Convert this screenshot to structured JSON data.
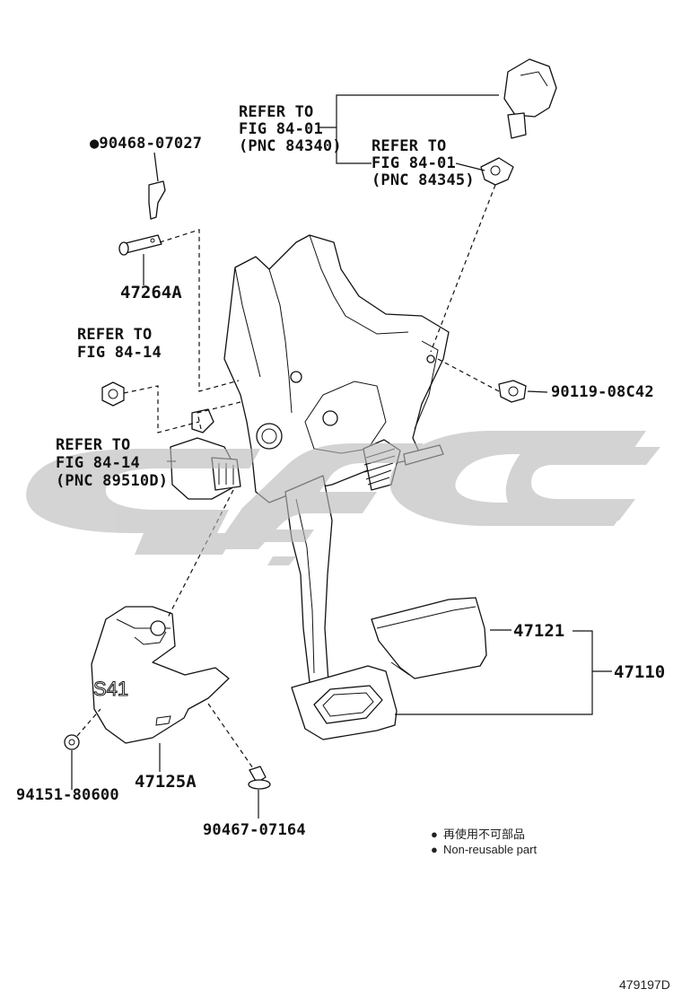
{
  "callouts": {
    "refer_84_01_a": [
      "REFER TO",
      "FIG 84-01",
      "(PNC 84340)"
    ],
    "refer_84_01_b": [
      "REFER TO",
      "FIG 84-01",
      "(PNC 84345)"
    ],
    "refer_84_14_a": [
      "REFER TO",
      "FIG 84-14"
    ],
    "refer_84_14_b": [
      "REFER TO",
      "FIG 84-14",
      "(PNC 89510D)"
    ]
  },
  "part_numbers": {
    "clip": "●90468-07027",
    "pin": "47264A",
    "bolt_right": "90119-08C42",
    "pad": "47121",
    "pedal_assy": "47110",
    "nut_left": "94151-80600",
    "cover": "47125A",
    "bolt_bottom": "90467-07164"
  },
  "cover_marking": "S41",
  "legend": {
    "bullet": "●",
    "line_cn": "再使用不可部品",
    "line_en": "Non-reusable part"
  },
  "illustration_code": "479197D",
  "colors": {
    "line": "#111111",
    "watermark": "#b9b9b9",
    "background": "#ffffff"
  }
}
